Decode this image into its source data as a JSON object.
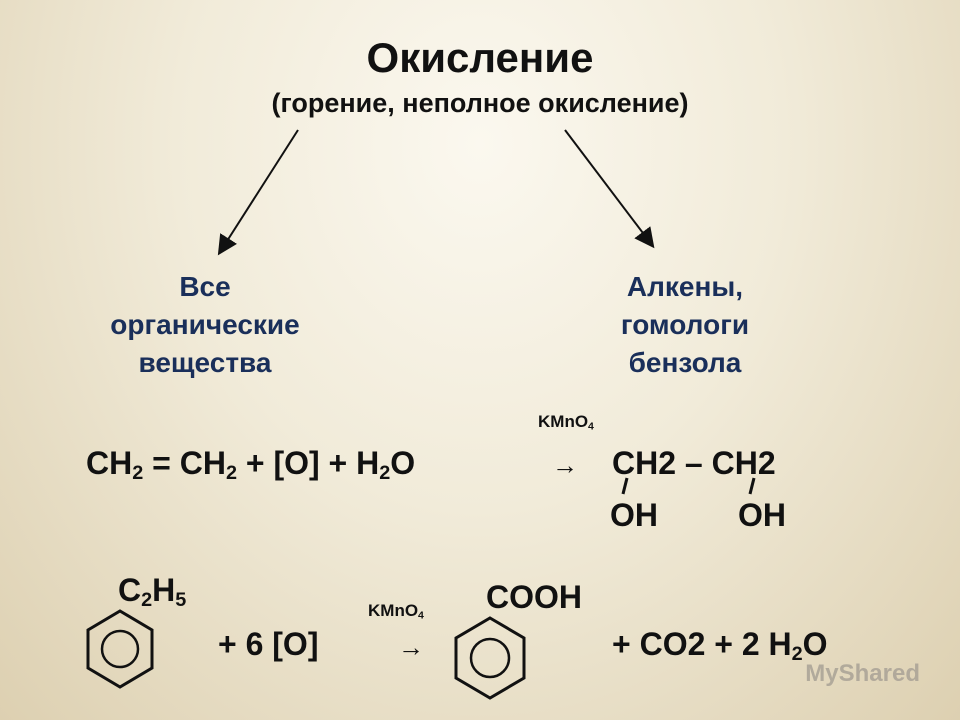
{
  "title": "Окисление",
  "subtitle": "(горение, неполное окисление)",
  "branches": {
    "left": [
      "Все",
      "органические",
      "вещества"
    ],
    "right": [
      "Алкены,",
      "гомологи",
      "бензола"
    ]
  },
  "reaction1": {
    "catalyst": "KMnO",
    "catalyst_sub": "4",
    "lhs": {
      "t1": "CH",
      "s1": "2",
      "t2": " = CH",
      "s2": "2",
      "t3": " + [O] + H",
      "s3": "2",
      "t4": "O"
    },
    "arrow": "→",
    "product": "CH2 – CH2",
    "oh_left": "OH",
    "oh_right": "OH"
  },
  "reaction2": {
    "substituent": {
      "t1": "C",
      "s1": "2",
      "t2": "H",
      "s2": "5"
    },
    "reagent": "+ 6 [O]",
    "catalyst": "KMnO",
    "catalyst_sub": "4",
    "arrow": "→",
    "product_group": "COOH",
    "rhs": {
      "t1": "+ CO2 + 2 H",
      "s1": "2",
      "t2": "O"
    }
  },
  "watermark": "MyShared"
}
